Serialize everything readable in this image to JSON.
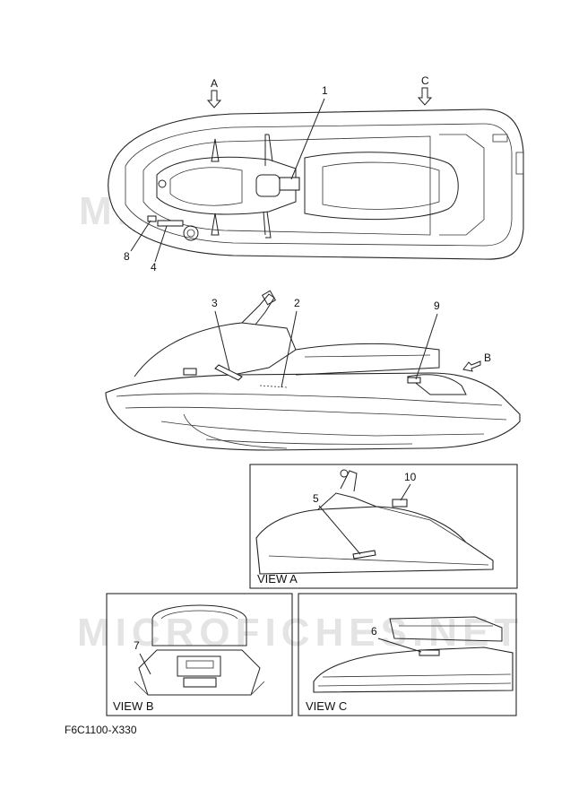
{
  "watermark": "MICROFICHES.NET",
  "view_markers": {
    "a": "A",
    "b": "B",
    "c": "C"
  },
  "callouts": [
    "1",
    "2",
    "3",
    "4",
    "5",
    "6",
    "7",
    "8",
    "9",
    "10"
  ],
  "views": {
    "a": "VIEW A",
    "b": "VIEW B",
    "c": "VIEW C"
  },
  "figure_code": "F6C1100-X330"
}
